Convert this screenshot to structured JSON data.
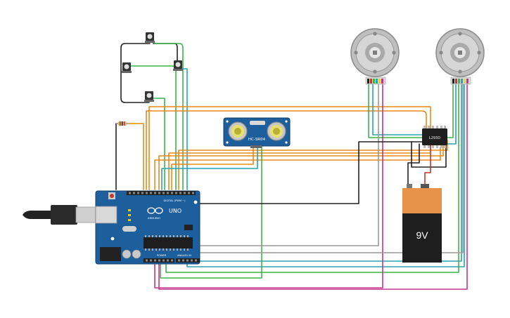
{
  "components": {
    "ultrasonic_sensor": {
      "label": "HC-SR04"
    },
    "arduino": {
      "brand_label": "UNO",
      "sub_label": "ARDUINO",
      "header_digital": "DIGITAL (PWM ~)",
      "header_power": "POWER",
      "header_analog": "ANALOG IN"
    },
    "battery": {
      "voltage_label": "9V"
    },
    "driver_ic": {
      "label": "L293D"
    },
    "motors": [
      {
        "name": "left"
      },
      {
        "name": "right"
      }
    ],
    "push_buttons": [
      {
        "name": "top"
      },
      {
        "name": "left"
      },
      {
        "name": "right"
      },
      {
        "name": "bottom"
      }
    ]
  },
  "colors": {
    "board_blue": "#1d5f9c",
    "wire_orange": "#e88a1a",
    "wire_green": "#3cb44b",
    "wire_teal": "#2aa3b3",
    "wire_magenta": "#c2338f",
    "wire_black": "#222222",
    "wire_gray": "#9a9a9a",
    "battery_orange": "#e8934a",
    "battery_black": "#1e1e1e"
  }
}
